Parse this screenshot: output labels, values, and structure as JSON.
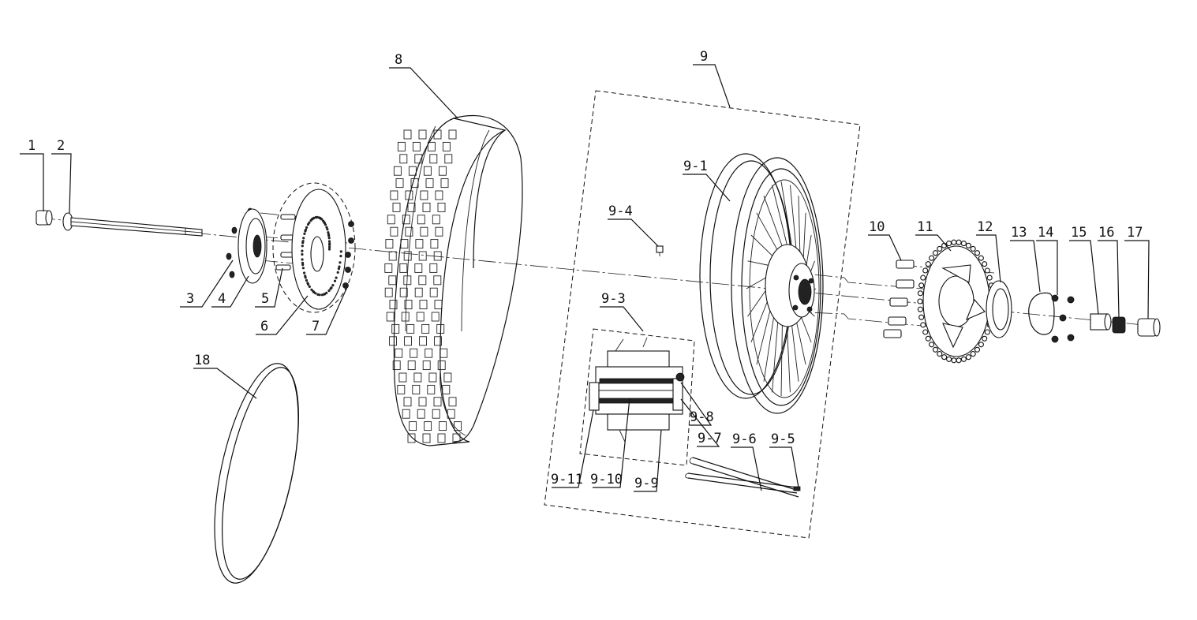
{
  "diagram": {
    "callouts": [
      {
        "id": "c1",
        "text": "1"
      },
      {
        "id": "c2",
        "text": "2"
      },
      {
        "id": "c3",
        "text": "3"
      },
      {
        "id": "c4",
        "text": "4"
      },
      {
        "id": "c5",
        "text": "5"
      },
      {
        "id": "c6",
        "text": "6"
      },
      {
        "id": "c7",
        "text": "7"
      },
      {
        "id": "c8",
        "text": "8"
      },
      {
        "id": "c9",
        "text": "9"
      },
      {
        "id": "c9_1",
        "text": "9-1"
      },
      {
        "id": "c9_3",
        "text": "9-3"
      },
      {
        "id": "c9_4",
        "text": "9-4"
      },
      {
        "id": "c9_5",
        "text": "9-5"
      },
      {
        "id": "c9_6",
        "text": "9-6"
      },
      {
        "id": "c9_7",
        "text": "9-7"
      },
      {
        "id": "c9_8",
        "text": "9-8"
      },
      {
        "id": "c9_9",
        "text": "9-9"
      },
      {
        "id": "c9_10",
        "text": "9-10"
      },
      {
        "id": "c9_11",
        "text": "9-11"
      },
      {
        "id": "c10",
        "text": "10"
      },
      {
        "id": "c11",
        "text": "11"
      },
      {
        "id": "c12",
        "text": "12"
      },
      {
        "id": "c13",
        "text": "13"
      },
      {
        "id": "c14",
        "text": "14"
      },
      {
        "id": "c15",
        "text": "15"
      },
      {
        "id": "c16",
        "text": "16"
      },
      {
        "id": "c17",
        "text": "17"
      },
      {
        "id": "c18",
        "text": "18"
      }
    ]
  }
}
